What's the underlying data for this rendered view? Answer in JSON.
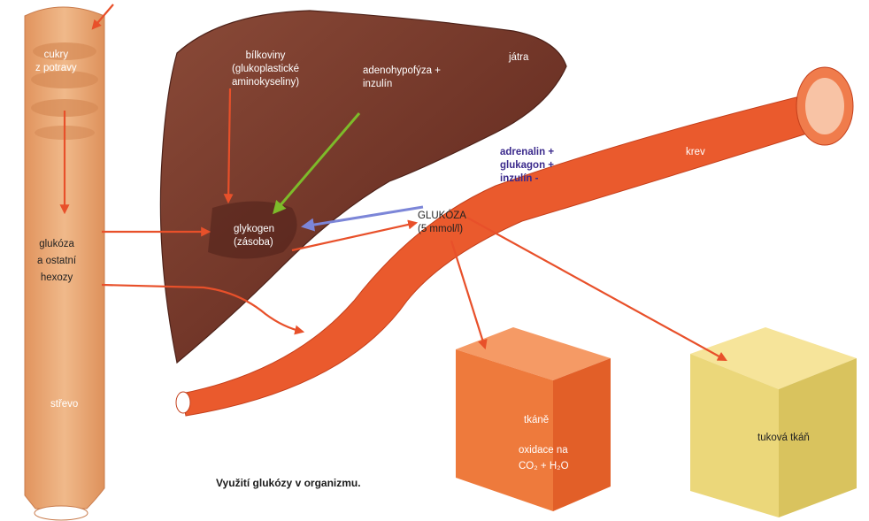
{
  "labels": {
    "sugar_from_food": [
      "cukry",
      "z potravy"
    ],
    "proteins": [
      "bílkoviny",
      "(glukoplastické",
      "aminokyseliny)"
    ],
    "adenohypophysis": [
      "adenohypofýza +",
      "inzulín"
    ],
    "liver": "játra",
    "blood": "krev",
    "hormones": [
      "adrenalin +",
      "glukagon +",
      "inzulín -"
    ],
    "glucose": [
      "GLUKÓZA",
      "(5 mmol/l)"
    ],
    "glycogen": [
      "glykogen",
      "(zásoba)"
    ],
    "glucose_hexoses": [
      "glukóza",
      "a ostatní",
      "hexozy"
    ],
    "intestine": "střevo",
    "tissues": "tkáně",
    "oxidation": [
      "oxidace na"
    ],
    "oxidation_formula": "CO₂ + H₂O",
    "fat_tissue": "tuková tkáň",
    "caption": "Využití glukózy v organizmu."
  },
  "colors": {
    "arrow_red": "#e8502a",
    "arrow_green": "#7dbb2a",
    "arrow_blue": "#7c86d8",
    "liver": "#7a3a2c",
    "vessel": "#ea5a2d",
    "intestine": "#e9a874",
    "tissue_cube": "#ee7a3c",
    "fat_cube": "#ebd77a"
  }
}
